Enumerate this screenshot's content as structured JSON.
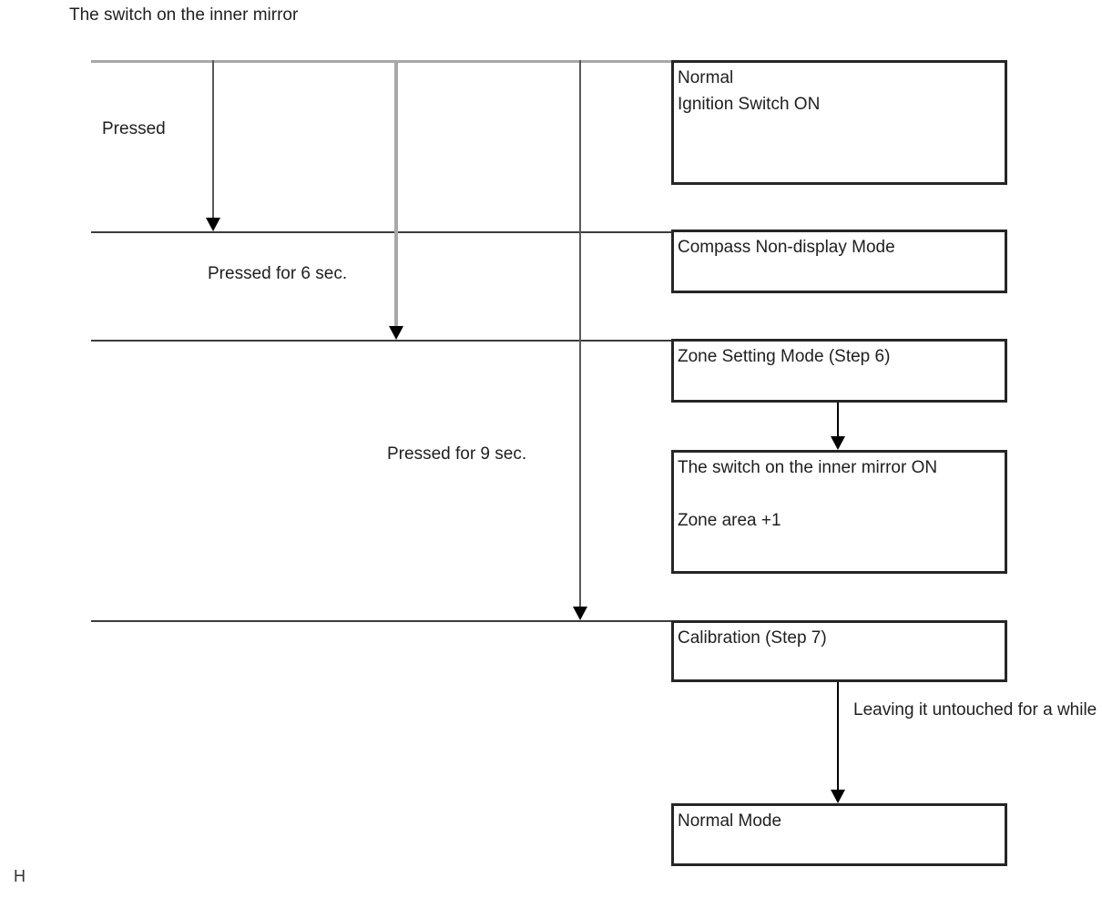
{
  "title": "The switch on the inner mirror",
  "timeline_labels": {
    "pressed": "Pressed",
    "pressed_6_sec": "Pressed for 6 sec.",
    "pressed_9_sec": "Pressed for 9 sec."
  },
  "boxes": [
    {
      "id": "normal-ignition",
      "lines": [
        "Normal",
        "Ignition Switch ON"
      ]
    },
    {
      "id": "compass-non-display-mode",
      "lines": [
        "Compass Non-display Mode"
      ]
    },
    {
      "id": "zone-setting-mode",
      "lines": [
        "Zone Setting Mode (Step 6)"
      ]
    },
    {
      "id": "switch-inner-mirror-on",
      "lines": [
        "The switch on the inner mirror ON",
        "Zone area +1"
      ]
    },
    {
      "id": "calibration",
      "lines": [
        "Calibration (Step 7)"
      ]
    },
    {
      "id": "normal-mode",
      "lines": [
        "Normal Mode"
      ]
    }
  ],
  "transition_label": {
    "line1": "Leaving it untouched",
    "line2": "for a while"
  },
  "footer_mark": "H",
  "colors": {
    "timeline_gray": "#a8a8a8",
    "rule_dark": "#3c3c3c",
    "box_border": "#262626",
    "text": "#1f1f1f",
    "arrowhead": "#000000"
  }
}
